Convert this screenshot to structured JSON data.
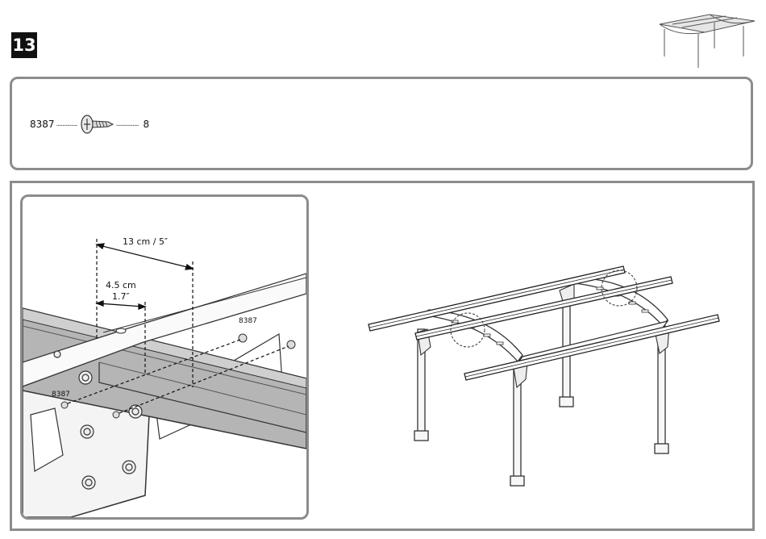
{
  "step": {
    "number": "13"
  },
  "parts": [
    {
      "code": "8387",
      "icon": "screw-icon",
      "quantity": "8"
    }
  ],
  "detail": {
    "dimension_long": "13 cm / 5″",
    "dimension_short_cm": "4.5 cm",
    "dimension_short_in": "1.7″",
    "callout_top": "8387",
    "callout_left": "8387"
  }
}
